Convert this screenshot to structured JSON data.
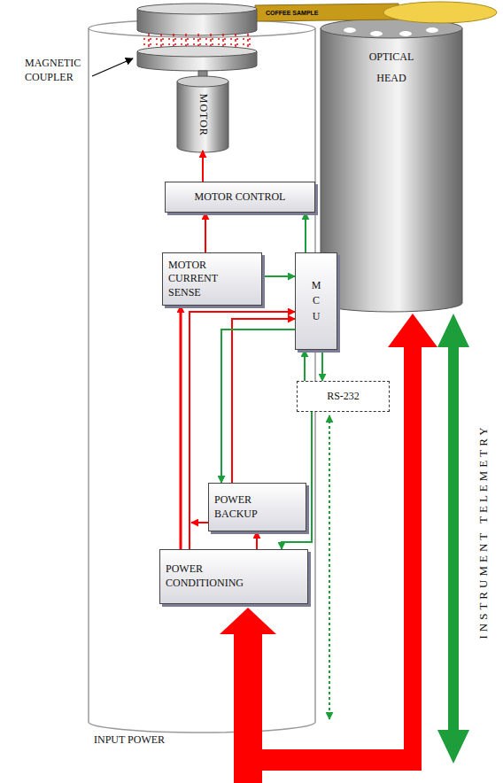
{
  "diagram": {
    "nodes": [
      {
        "text": [
          "MOTOR"
        ]
      },
      {
        "text": [
          "OPTICAL HEAD"
        ]
      },
      {
        "text": [
          "MOTOR CONTROL"
        ]
      },
      {
        "text": [
          "MOTOR CURRENT SENSE"
        ]
      },
      {
        "text": [
          "M C U"
        ]
      },
      {
        "text": [
          "RS-232"
        ]
      },
      {
        "text": [
          "POWER BACKUP"
        ]
      },
      {
        "text": [
          "POWER CONDITIONING"
        ]
      }
    ],
    "edges": [
      {
        "from": 2,
        "to": 0,
        "arrow": "to"
      },
      {
        "from": 3,
        "to": 2,
        "arrow": "to"
      },
      {
        "from": 4,
        "to": 2,
        "arrow": "to"
      },
      {
        "from": 3,
        "to": 4,
        "arrow": "to"
      },
      {
        "from": 4,
        "to": 5,
        "arrow": "to"
      },
      {
        "from": 5,
        "to": 4,
        "arrow": "to"
      },
      {
        "from": 7,
        "to": 3,
        "arrow": "to"
      },
      {
        "from": 7,
        "to": 4,
        "arrow": "to"
      },
      {
        "from": 6,
        "to": 4,
        "arrow": "to"
      },
      {
        "from": 4,
        "to": 6,
        "arrow": "to"
      },
      {
        "from": 5,
        "to": 7,
        "arrow": "to"
      },
      {
        "from": 7,
        "to": 6,
        "arrow": "to"
      }
    ],
    "labels": [
      "MAGNETIC COUPLER",
      "COFFEE SAMPLE",
      "INSTRUMENT TELEMETRY",
      "INPUT POWER"
    ]
  }
}
